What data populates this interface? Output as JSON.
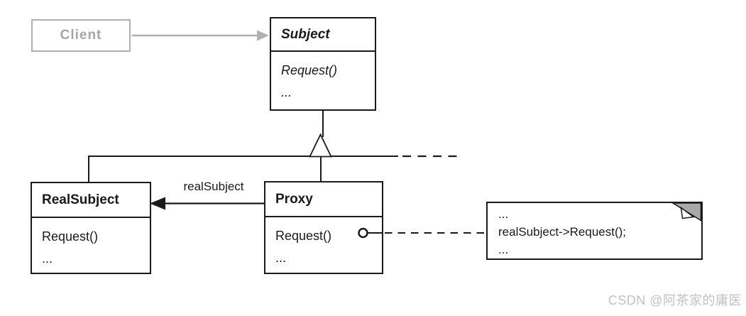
{
  "diagram": {
    "title_semantic": "Proxy design pattern UML class diagram",
    "client": {
      "label": "Client"
    },
    "subject": {
      "title": "Subject",
      "methods": [
        "Request()",
        "..."
      ]
    },
    "realsubject": {
      "title": "RealSubject",
      "methods": [
        "Request()",
        "..."
      ]
    },
    "proxy": {
      "title": "Proxy",
      "methods": [
        "Request()",
        "..."
      ]
    },
    "association_label": "realSubject",
    "note": {
      "lines": [
        "...",
        "realSubject->Request();",
        "..."
      ]
    }
  },
  "watermark": "CSDN @阿茶家的庸医",
  "colors": {
    "line": "#1a1a1a",
    "muted_line": "#b0b0b0",
    "muted_text": "#a6a6a6",
    "note_fold_gray": "#a9a9a9",
    "white": "#ffffff",
    "watermark": "#c2c2c2",
    "background": "#ffffff"
  }
}
